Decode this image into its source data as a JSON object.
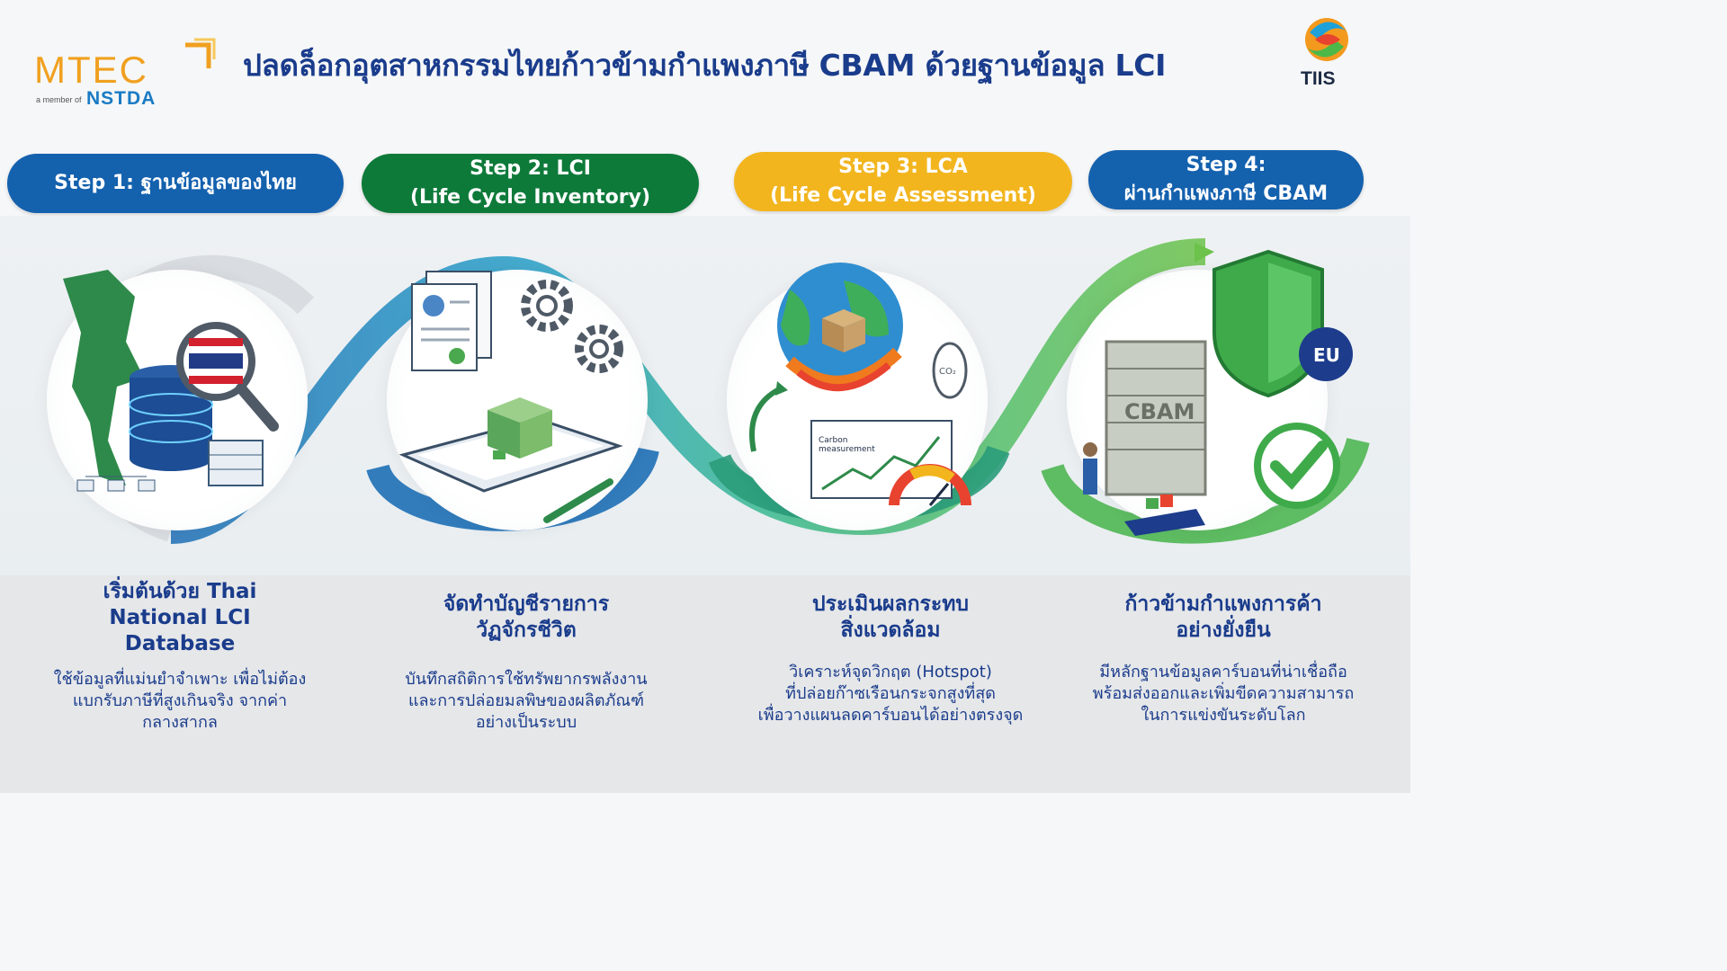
{
  "title": "ปลดล็อกอุตสาหกรรมไทยก้าวข้ามกำแพงภาษี CBAM ด้วยฐานข้อมูล LCI",
  "logos": {
    "mtec": "MTEC",
    "mtec_sub": "a member of",
    "nstda": "NSTDA",
    "tiis": "TIIS"
  },
  "colors": {
    "blue": "#1461ae",
    "green": "#0e7a3a",
    "yellow": "#f2b51e",
    "navy": "#1a3c8c"
  },
  "steps": [
    {
      "pill_line1": "Step 1: ฐานข้อมูลของไทย",
      "pill_line2": "",
      "heading_line1": "เริ่มต้นด้วย Thai",
      "heading_line2": "National LCI",
      "heading_line3": "Database",
      "body_line1": "ใช้ข้อมูลที่แม่นยำจำเพาะ เพื่อไม่ต้อง",
      "body_line2": "แบกรับภาษีที่สูงเกินจริง จากค่า",
      "body_line3": "กลางสากล"
    },
    {
      "pill_line1": "Step 2: LCI",
      "pill_line2": "(Life Cycle Inventory)",
      "heading_line1": "จัดทำบัญชีรายการ",
      "heading_line2": "วัฏจักรชีวิต",
      "heading_line3": "",
      "body_line1": "บันทึกสถิติการใช้ทรัพยากรพลังงาน",
      "body_line2": "และการปล่อยมลพิษของผลิตภัณฑ์",
      "body_line3": "อย่างเป็นระบบ"
    },
    {
      "pill_line1": "Step 3: LCA",
      "pill_line2": "(Life Cycle Assessment)",
      "heading_line1": "ประเมินผลกระทบ",
      "heading_line2": "สิ่งแวดล้อม",
      "heading_line3": "",
      "body_line1": "วิเคราะห์จุดวิกฤต (Hotspot)",
      "body_line2": "ที่ปล่อยก๊าซเรือนกระจกสูงที่สุด",
      "body_line3": "เพื่อวางแผนลดคาร์บอนได้อย่างตรงจุด"
    },
    {
      "pill_line1": "Step 4:",
      "pill_line2": "ผ่านกำแพงภาษี CBAM",
      "heading_line1": "ก้าวข้ามกำแพงการค้า",
      "heading_line2": "อย่างยั่งยืน",
      "heading_line3": "",
      "body_line1": "มีหลักฐานข้อมูลคาร์บอนที่น่าเชื่อถือ",
      "body_line2": "พร้อมส่งออกและเพิ่มขีดความสามารถ",
      "body_line3": "ในการแข่งขันระดับโลก"
    }
  ],
  "illustrations": {
    "carbon_label_line1": "Carbon",
    "carbon_label_line2": "measurement",
    "co2_label": "CO₂",
    "eu_label": "EU",
    "wall_label": "CBAM"
  },
  "icons": [
    "thailand-map-icon",
    "database-icon",
    "magnifier-icon",
    "thai-flag-icon",
    "document-icon",
    "gear-icon",
    "tablet-icon",
    "box-icon",
    "pen-icon",
    "globe-icon",
    "footprint-icon",
    "chart-icon",
    "gauge-icon",
    "shield-icon",
    "eu-badge-icon",
    "brick-wall-icon",
    "check-icon",
    "ship-icon",
    "person-icon"
  ]
}
